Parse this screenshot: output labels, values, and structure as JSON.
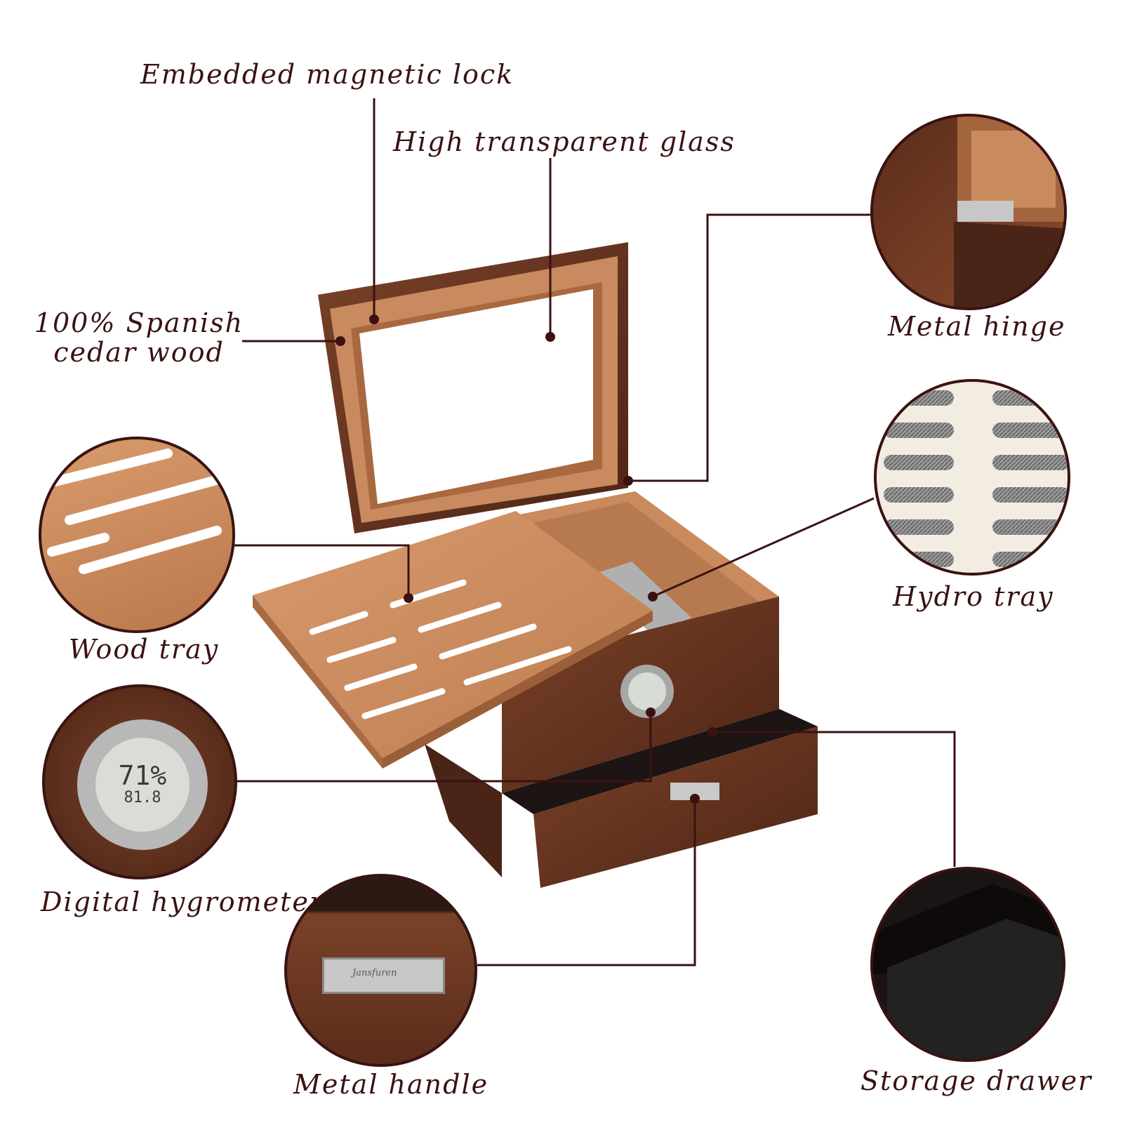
{
  "labels": {
    "magnetic_lock": "Embedded magnetic lock",
    "glass": "High transparent glass",
    "cedar_line1": "100% Spanish",
    "cedar_line2": "cedar wood",
    "metal_hinge": "Metal hinge",
    "hydro_tray": "Hydro tray",
    "wood_tray": "Wood tray",
    "hygrometer": "Digital hygrometer",
    "metal_handle": "Metal handle",
    "storage_drawer": "Storage drawer"
  },
  "hygrometer_display": {
    "humidity": "71%",
    "temperature": "81.8"
  },
  "handle_brand": "Jansfuren",
  "colors": {
    "callout_line": "#3a1212",
    "walnut": "#6b3a24",
    "cedar": "#c98a5e",
    "drawer_lining": "#1b1414"
  }
}
